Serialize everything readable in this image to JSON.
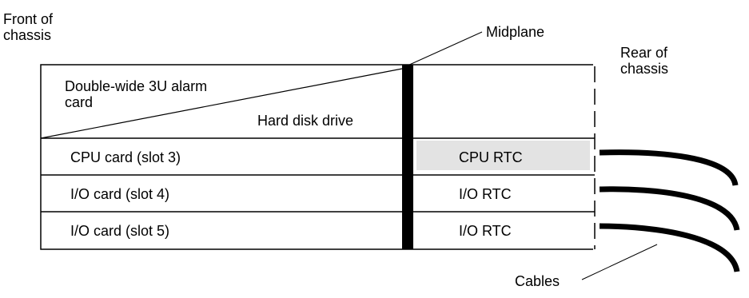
{
  "labels": {
    "front_of_chassis": "Front of chassis",
    "midplane": "Midplane",
    "rear_of_chassis": "Rear of chassis",
    "alarm_card": "Double-wide 3U alarm card",
    "hard_disk": "Hard disk drive",
    "cables": "Cables"
  },
  "front_cards": [
    {
      "label": "CPU card (slot 3)"
    },
    {
      "label": "I/O card (slot 4)"
    },
    {
      "label": "I/O card (slot 5)"
    }
  ],
  "rear_cards": [
    {
      "label": "CPU RTC",
      "highlighted": true
    },
    {
      "label": "I/O RTC",
      "highlighted": false
    },
    {
      "label": "I/O RTC",
      "highlighted": false
    }
  ],
  "colors": {
    "line": "#000000",
    "highlight_fill": "#e3e3e3",
    "background": "#ffffff"
  }
}
